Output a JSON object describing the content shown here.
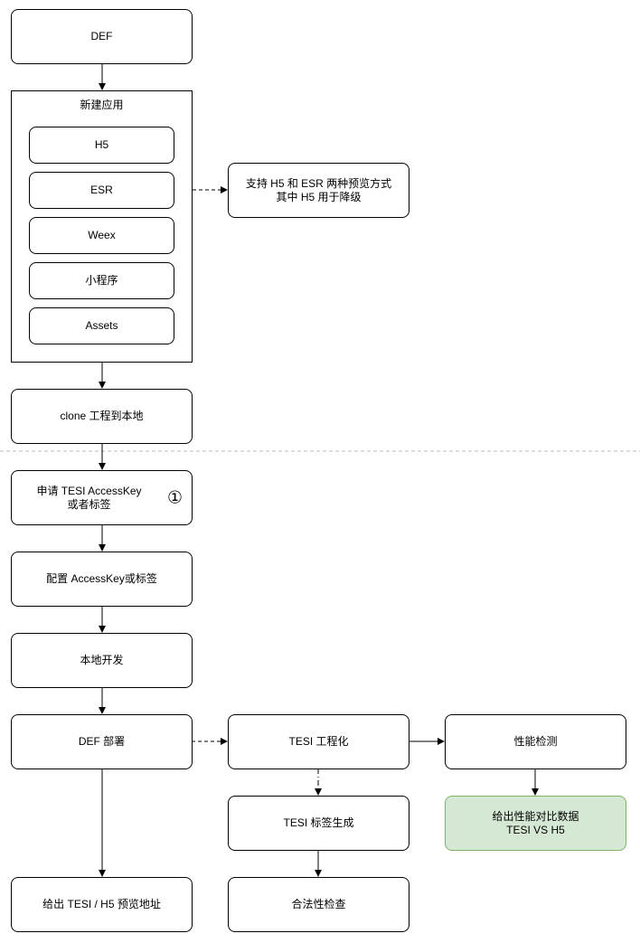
{
  "nodes": {
    "def": "DEF",
    "new_app_group": "新建应用",
    "h5": "H5",
    "esr": "ESR",
    "weex": "Weex",
    "miniapp": "小程序",
    "assets": "Assets",
    "note_line1": "支持 H5 和 ESR 两种预览方式",
    "note_line2": "其中 H5 用于降级",
    "clone": "clone 工程到本地",
    "apply_line1": "申请 TESI AccessKey",
    "apply_line2": "或者标签",
    "apply_marker": "①",
    "config": "配置 AccessKey或标签",
    "local_dev": "本地开发",
    "def_deploy": "DEF 部署",
    "tesi_eng": "TESI 工程化",
    "perf_check": "性能检测",
    "perf_result_line1": "给出性能对比数据",
    "perf_result_line2": "TESI VS H5",
    "tesi_tag": "TESI 标签生成",
    "preview_url": "给出 TESI / H5 预览地址",
    "legality": "合法性检查"
  },
  "colors": {
    "stroke": "#000000",
    "divider": "#bbbbbb",
    "highlight_fill": "#d5e8d4",
    "highlight_stroke": "#82b366"
  }
}
